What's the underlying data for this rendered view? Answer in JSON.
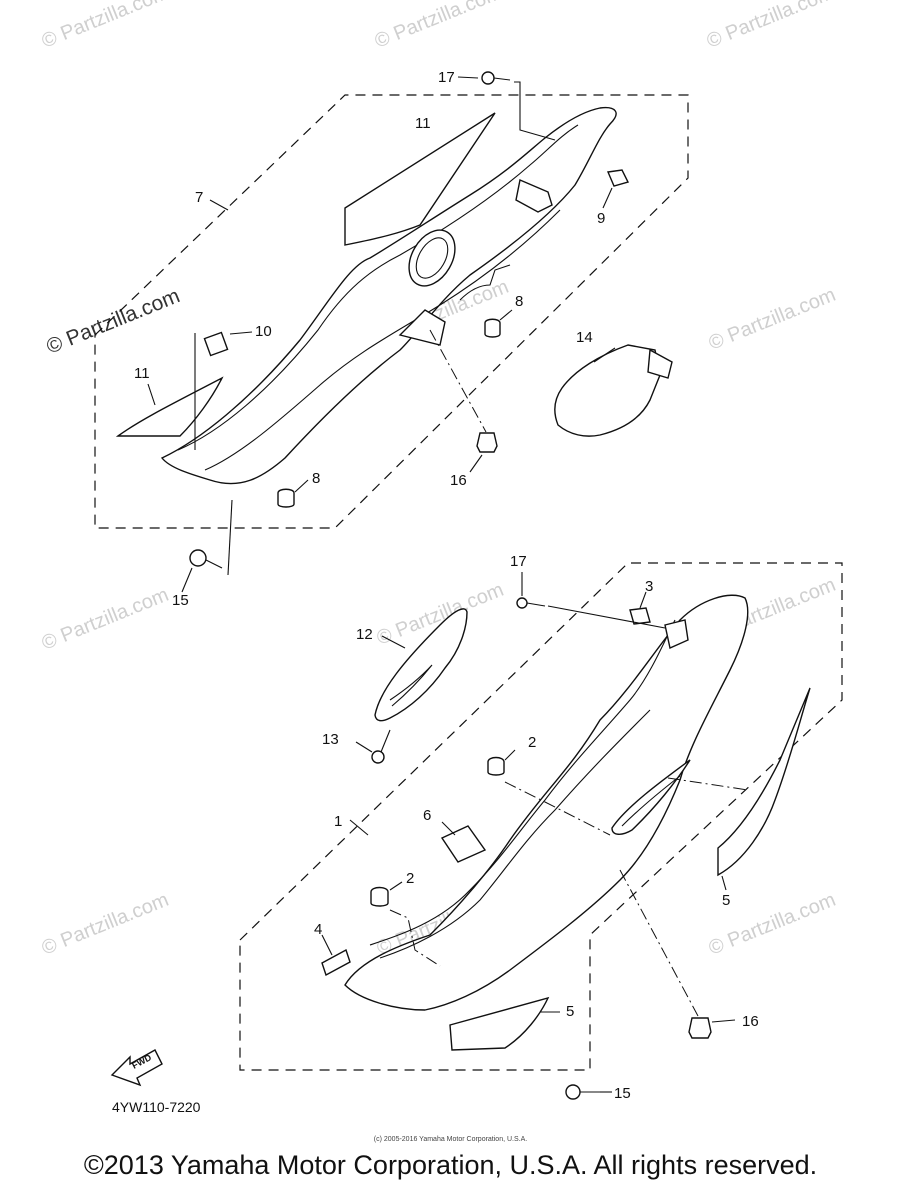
{
  "diagram": {
    "callouts": {
      "c17a": "17",
      "c11a": "11",
      "c7": "7",
      "c9": "9",
      "c10": "10",
      "c11b": "11",
      "c8a": "8",
      "c14": "14",
      "c8b": "8",
      "c16a": "16",
      "c15a": "15",
      "c17b": "17",
      "c3": "3",
      "c12": "12",
      "c13": "13",
      "c2a": "2",
      "c1": "1",
      "c6": "6",
      "c2b": "2",
      "c4": "4",
      "c5a": "5",
      "c5b": "5",
      "c16b": "16",
      "c15b": "15"
    },
    "fwd_label": "FWD",
    "diagram_code": "4YW110-7220"
  },
  "watermark": {
    "text": "© Partzilla.com"
  },
  "footer": {
    "tiny_copyright": "(c) 2005-2016 Yamaha Motor Corporation, U.S.A.",
    "copyright": "©2013 Yamaha Motor Corporation, U.S.A. All rights reserved."
  }
}
